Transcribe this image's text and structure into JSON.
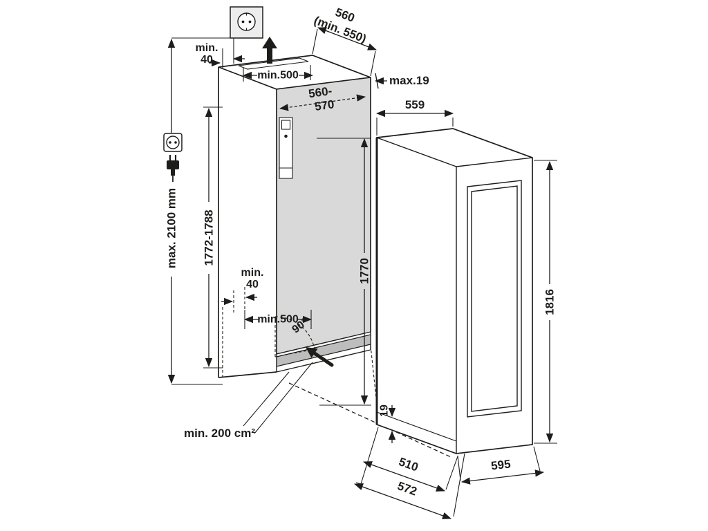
{
  "colors": {
    "line": "#1d1d1b",
    "back_panel": "#d9d9d9",
    "plinth": "#bdbdbd",
    "socket_box": "#ededed",
    "background": "#ffffff"
  },
  "icons": {
    "socket_box": "socket-symbol-icon",
    "wall_socket": "power-socket-icon",
    "plug": "power-plug-icon",
    "air_outlet": "airflow-up-arrow-icon",
    "air_inlet": "airflow-in-arrow-icon"
  },
  "dimensions": {
    "niche_depth": "560",
    "niche_depth_min": "(min. 550)",
    "top_clearance_min": "min.",
    "top_clearance_value": "40",
    "vent_top": "min.500",
    "front_overhang": "max.19",
    "niche_width_line1": "560-",
    "niche_width_line2": "570",
    "appliance_depth": "559",
    "socket_height": "max. 2100 mm",
    "niche_height": "1772-1788",
    "inner_height": "1770",
    "appliance_height": "1816",
    "bottom_clearance_min": "min.",
    "bottom_clearance_value": "40",
    "vent_bottom": "min.500",
    "door_opening_angle": "90°",
    "vent_cross_section": "min. 200 cm²",
    "plinth_gap": "19",
    "depth_without_door": "510",
    "depth_with_door": "572",
    "appliance_width": "595"
  }
}
